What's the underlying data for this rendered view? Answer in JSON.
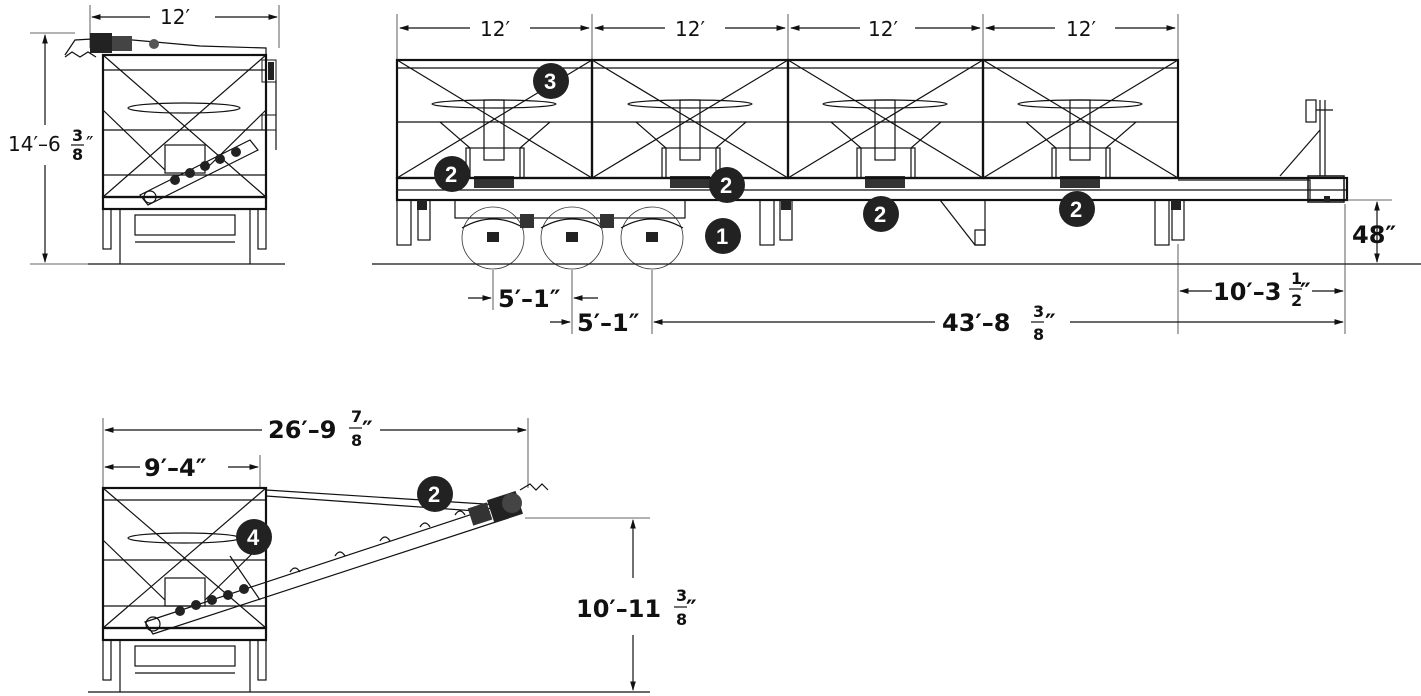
{
  "drawing": {
    "side_view": {
      "dim_width": "12′",
      "dim_height_whole": "14′–6",
      "dim_height_num": "3",
      "dim_height_den": "8",
      "dim_height_unit": "″"
    },
    "front_view": {
      "bin_widths": [
        "12′",
        "12′",
        "12′",
        "12′"
      ],
      "dim_frame_height": "48″",
      "dim_hitch_whole": "10′–3",
      "dim_hitch_num": "1",
      "dim_hitch_den": "2",
      "dim_hitch_unit": "″",
      "dim_axle_1": "5′–1″",
      "dim_axle_2": "5′–1″",
      "dim_overall_whole": "43′–8",
      "dim_overall_num": "3",
      "dim_overall_den": "8",
      "dim_overall_unit": "″"
    },
    "conveyor_view": {
      "dim_reach_whole": "26′–9",
      "dim_reach_num": "7",
      "dim_reach_den": "8",
      "dim_reach_unit": "″",
      "dim_bin_width": "9′–4″",
      "dim_discharge_whole": "10′–11",
      "dim_discharge_num": "3",
      "dim_discharge_den": "8",
      "dim_discharge_unit": "″"
    },
    "callouts": {
      "c1": "1",
      "c2a": "2",
      "c2b": "2",
      "c2c": "2",
      "c2d": "2",
      "c2e": "2",
      "c3": "3",
      "c4": "4"
    }
  }
}
